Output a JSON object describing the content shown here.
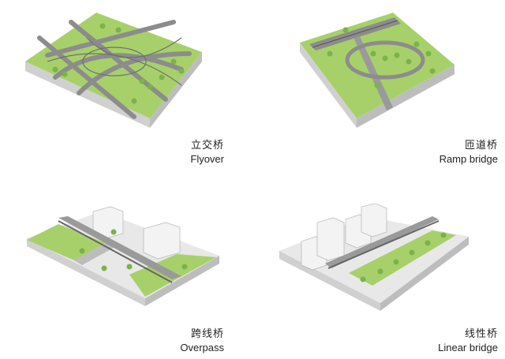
{
  "colors": {
    "grass": "#a8d06a",
    "grass_dark": "#8fbf54",
    "side": "#d7d7d7",
    "side_dark": "#c2c2c2",
    "road": "#8c8c8c",
    "deck": "#9a9a9a",
    "building": "#f2f2f2",
    "tree": "#7bb24a"
  },
  "panels": [
    {
      "id": "flyover",
      "label_zh": "立交桥",
      "label_en": "Flyover"
    },
    {
      "id": "ramp",
      "label_zh": "匝道桥",
      "label_en": "Ramp bridge"
    },
    {
      "id": "overpass",
      "label_zh": "跨线桥",
      "label_en": "Overpass"
    },
    {
      "id": "linear",
      "label_zh": "线性桥",
      "label_en": "Linear bridge"
    }
  ]
}
